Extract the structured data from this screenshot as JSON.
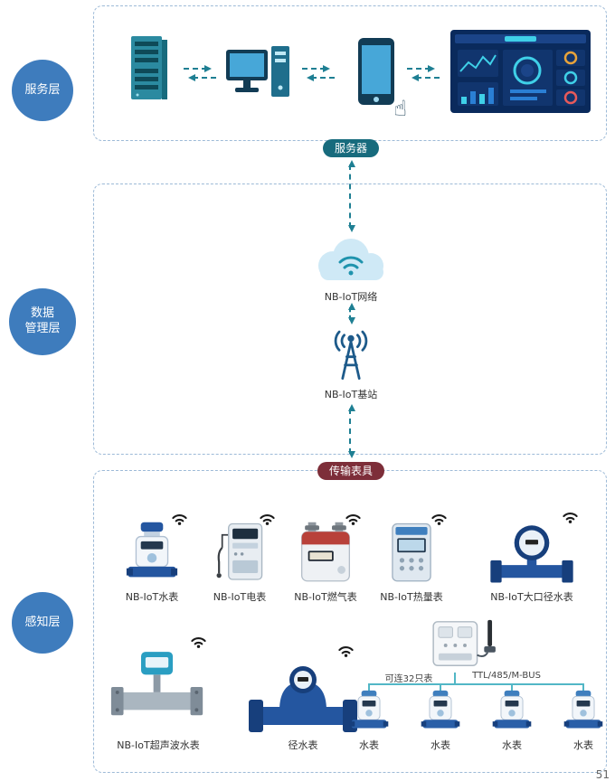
{
  "page_number": "51",
  "layers": {
    "service": {
      "label": "服务层"
    },
    "data_management": {
      "label_line1": "数据",
      "label_line2": "管理层"
    },
    "perception": {
      "label": "感知层"
    }
  },
  "badges": {
    "server": "服务器",
    "transmission": "传输表具"
  },
  "service_layer": {
    "icons": [
      "server-rack",
      "desktop-computer",
      "smartphone-touch",
      "monitoring-dashboard"
    ],
    "touch_hand_glyph": "☝"
  },
  "data_layer": {
    "network": "NB-IoT网络",
    "base_station": "NB-IoT基站"
  },
  "perception": {
    "row1": [
      {
        "icon": "nbiot-water-meter",
        "label": "NB-IoT水表"
      },
      {
        "icon": "nbiot-electric-meter",
        "label": "NB-IoT电表"
      },
      {
        "icon": "nbiot-gas-meter",
        "label": "NB-IoT燃气表"
      },
      {
        "icon": "nbiot-heat-meter",
        "label": "NB-IoT热量表"
      },
      {
        "icon": "nbiot-large-water-meter",
        "label": "NB-IoT大口径水表"
      }
    ],
    "row2": [
      {
        "icon": "nbiot-ultrasonic-water-meter",
        "label": "NB-IoT超声波水表"
      },
      {
        "icon": "large-bore-water-meter",
        "label": "径水表"
      }
    ],
    "concentrator": {
      "icon": "concentrator-box"
    },
    "bus": {
      "capacity_label": "可连32只表",
      "interface_label": "TTL/485/M-BUS"
    },
    "sub_meters": [
      {
        "label": "水表"
      },
      {
        "label": "水表"
      },
      {
        "label": "水表"
      },
      {
        "label": "水表"
      }
    ]
  },
  "colors": {
    "circle_bg": "#3e7cbd",
    "server_badge_bg": "#176b7d",
    "transmission_badge_bg": "#7d2e39",
    "arrow": "#1e7f93",
    "box_border": "#9dbad7",
    "bus": "#52b7c6"
  }
}
